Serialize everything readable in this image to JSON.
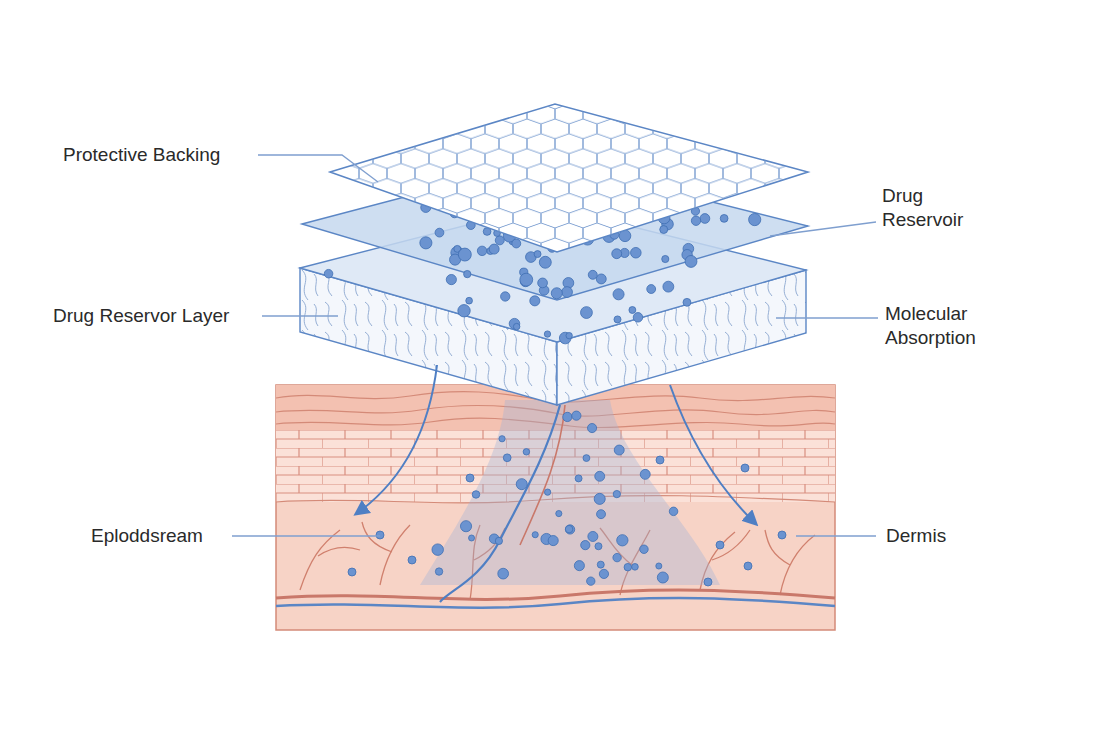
{
  "diagram": {
    "labels": [
      "Protective Backing",
      "Drug Reservoir",
      "Drug Reservor Layer",
      "Molecular Absorption",
      "Eploddsream",
      "Dermis"
    ]
  }
}
